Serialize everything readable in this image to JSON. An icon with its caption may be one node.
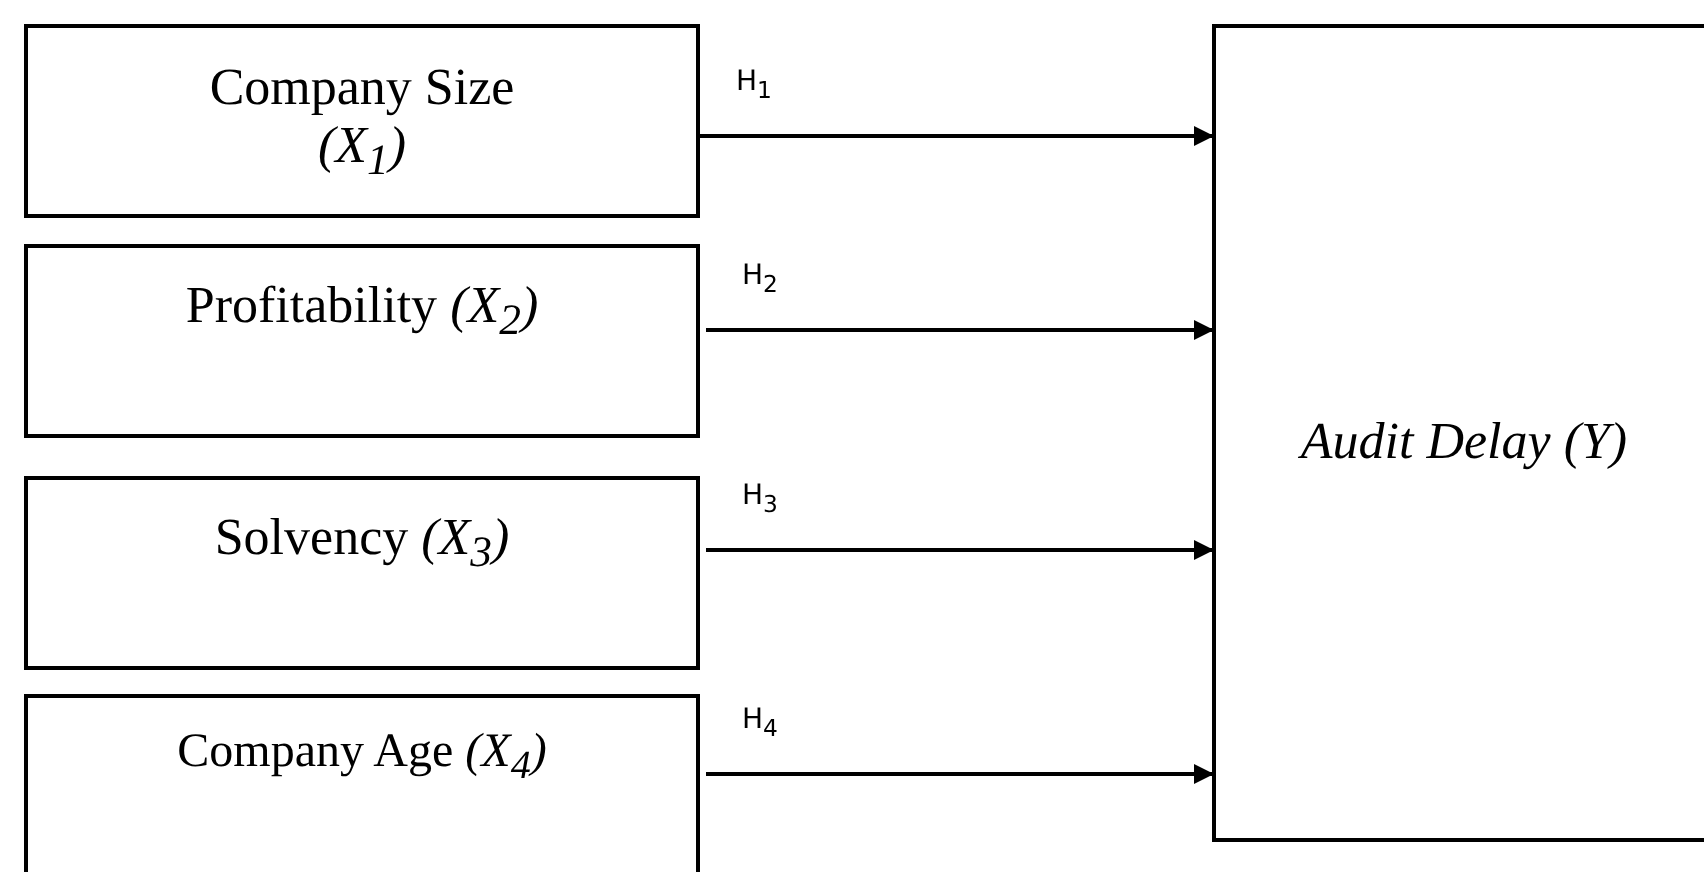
{
  "diagram": {
    "nodes": [
      {
        "text": [
          "Company Size *(X$_{1}$)*"
        ]
      },
      {
        "text": [
          "Profitability *(X$_{2}$)*"
        ]
      },
      {
        "text": [
          "Solvency *(X$_{3}$)*"
        ]
      },
      {
        "text": [
          "Company Age *(X$_{4}$)*"
        ]
      },
      {
        "text": [
          "Audit Delay (Y)"
        ]
      }
    ],
    "edges": [
      {
        "from": 0,
        "to": 4,
        "arrow": "to",
        "label": "H$_{1}$"
      },
      {
        "from": 1,
        "to": 4,
        "arrow": "to",
        "label": "H$_{2}$"
      },
      {
        "from": 2,
        "to": 4,
        "arrow": "to",
        "label": "H$_{3}$"
      },
      {
        "from": 3,
        "to": 4,
        "arrow": "to",
        "label": "H$_{4}$"
      }
    ]
  }
}
